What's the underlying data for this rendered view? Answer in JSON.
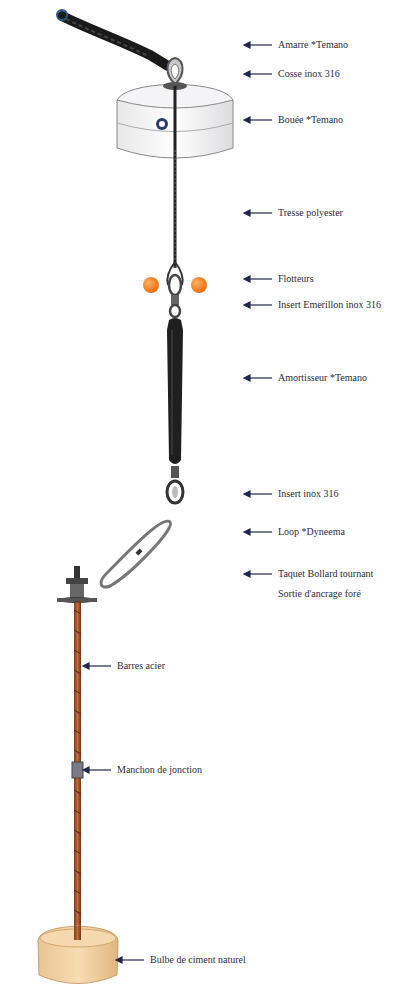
{
  "diagram": {
    "labels": [
      "Amarre *Temano",
      "Cosse inox 316",
      "Bouée *Temano",
      "Tresse polyester",
      "Flotteurs",
      "Insert Emerillon inox 316",
      "Amortisseur *Temano",
      "Insert inox 316",
      "Loop *Dyneema",
      "Taquet Bollard tournant",
      "Sortie d'ancrage foré",
      "Barres acier",
      "Manchon de jonction",
      "Bulbe de ciment naturel"
    ]
  }
}
